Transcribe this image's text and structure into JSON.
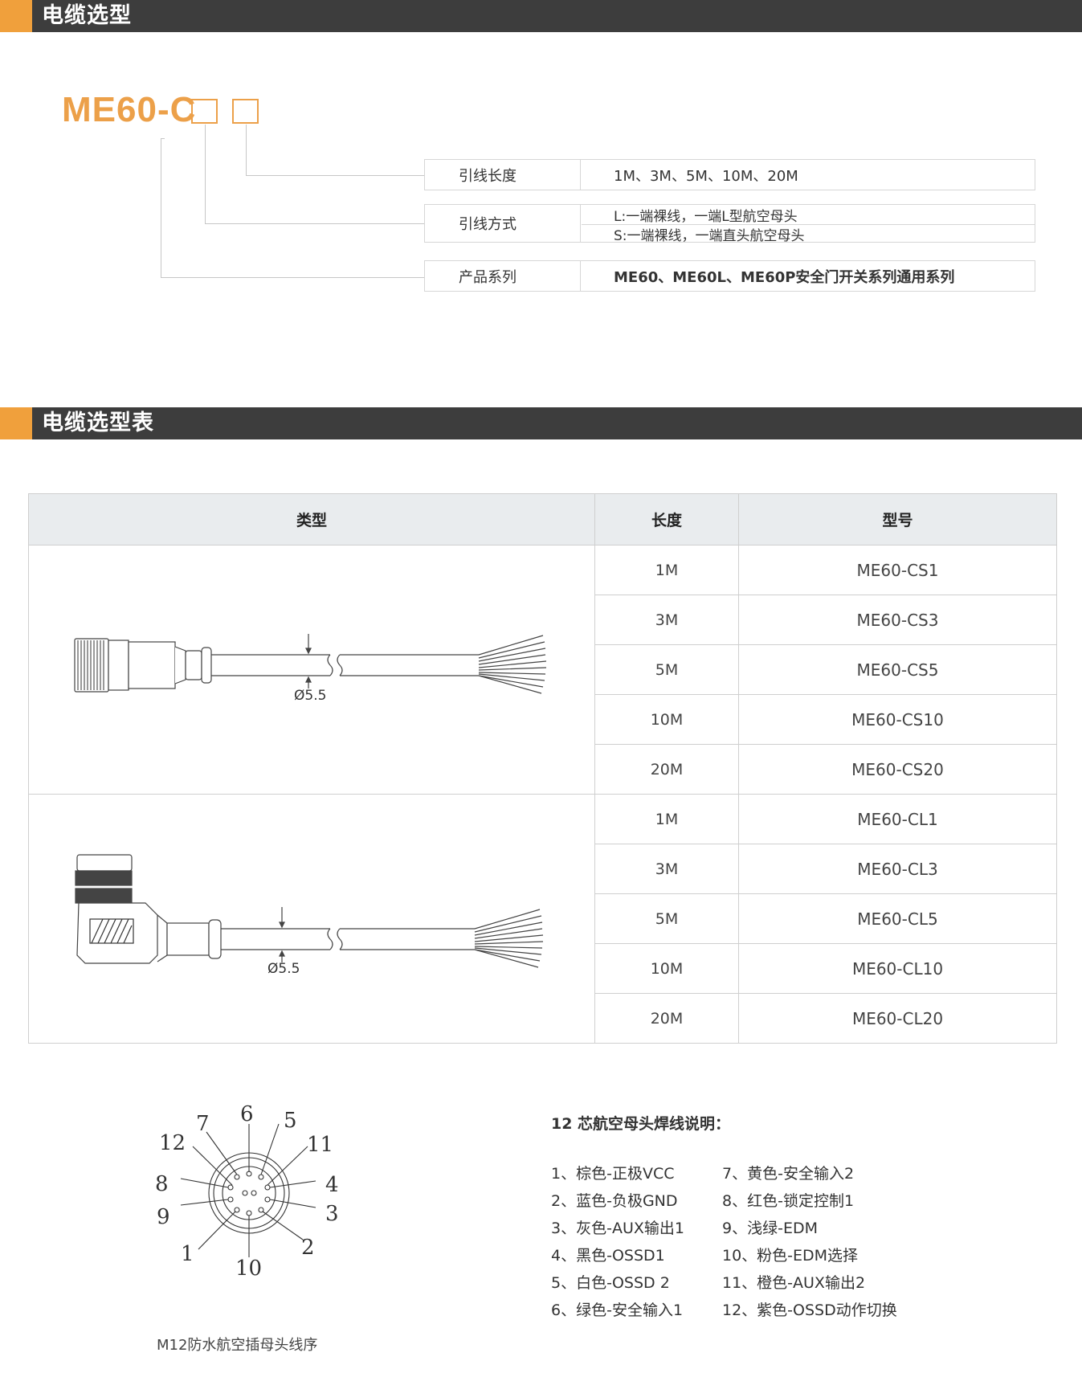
{
  "sections": {
    "model_selection": "电缆选型",
    "model_table": "电缆选型表"
  },
  "model_code": {
    "prefix": "ME60-C"
  },
  "options": [
    {
      "label": "引线长度",
      "values": [
        "1M、3M、5M、10M、20M"
      ]
    },
    {
      "label": "引线方式",
      "values": [
        "L:一端裸线，一端L型航空母头",
        "S:一端裸线，一端直头航空母头"
      ]
    },
    {
      "label": "产品系列",
      "values": [
        "ME60、ME60L、ME60P安全门开关系列通用系列"
      ]
    }
  ],
  "table": {
    "headers": [
      "类型",
      "长度",
      "型号"
    ],
    "groups": [
      {
        "diameter_label": "Ø5.5",
        "rows": [
          {
            "length": "1M",
            "model": "ME60-CS1"
          },
          {
            "length": "3M",
            "model": "ME60-CS3"
          },
          {
            "length": "5M",
            "model": "ME60-CS5"
          },
          {
            "length": "10M",
            "model": "ME60-CS10"
          },
          {
            "length": "20M",
            "model": "ME60-CS20"
          }
        ]
      },
      {
        "diameter_label": "Ø5.5",
        "rows": [
          {
            "length": "1M",
            "model": "ME60-CL1"
          },
          {
            "length": "3M",
            "model": "ME60-CL3"
          },
          {
            "length": "5M",
            "model": "ME60-CL5"
          },
          {
            "length": "10M",
            "model": "ME60-CL10"
          },
          {
            "length": "20M",
            "model": "ME60-CL20"
          }
        ]
      }
    ]
  },
  "pinout": {
    "numbers": [
      "6",
      "5",
      "7",
      "12",
      "11",
      "8",
      "4",
      "9",
      "3",
      "1",
      "10",
      "2"
    ],
    "caption": "M12防水航空插母头线序"
  },
  "wiring": {
    "title": "12 芯航空母头焊线说明：",
    "left": [
      "1、棕色-正极VCC",
      "2、蓝色-负极GND",
      "3、灰色-AUX输出1",
      "4、黑色-OSSD1",
      "5、白色-OSSD 2",
      "6、绿色-安全输入1"
    ],
    "right": [
      "7、黄色-安全输入2",
      "8、红色-锁定控制1",
      "9、浅绿-EDM",
      "10、粉色-EDM选择",
      "11、橙色-AUX输出2",
      "12、紫色-OSSD动作切换"
    ]
  },
  "colors": {
    "accent": "#eca049",
    "header_bar": "#3d3d3d",
    "table_header": "#e9ecee"
  }
}
